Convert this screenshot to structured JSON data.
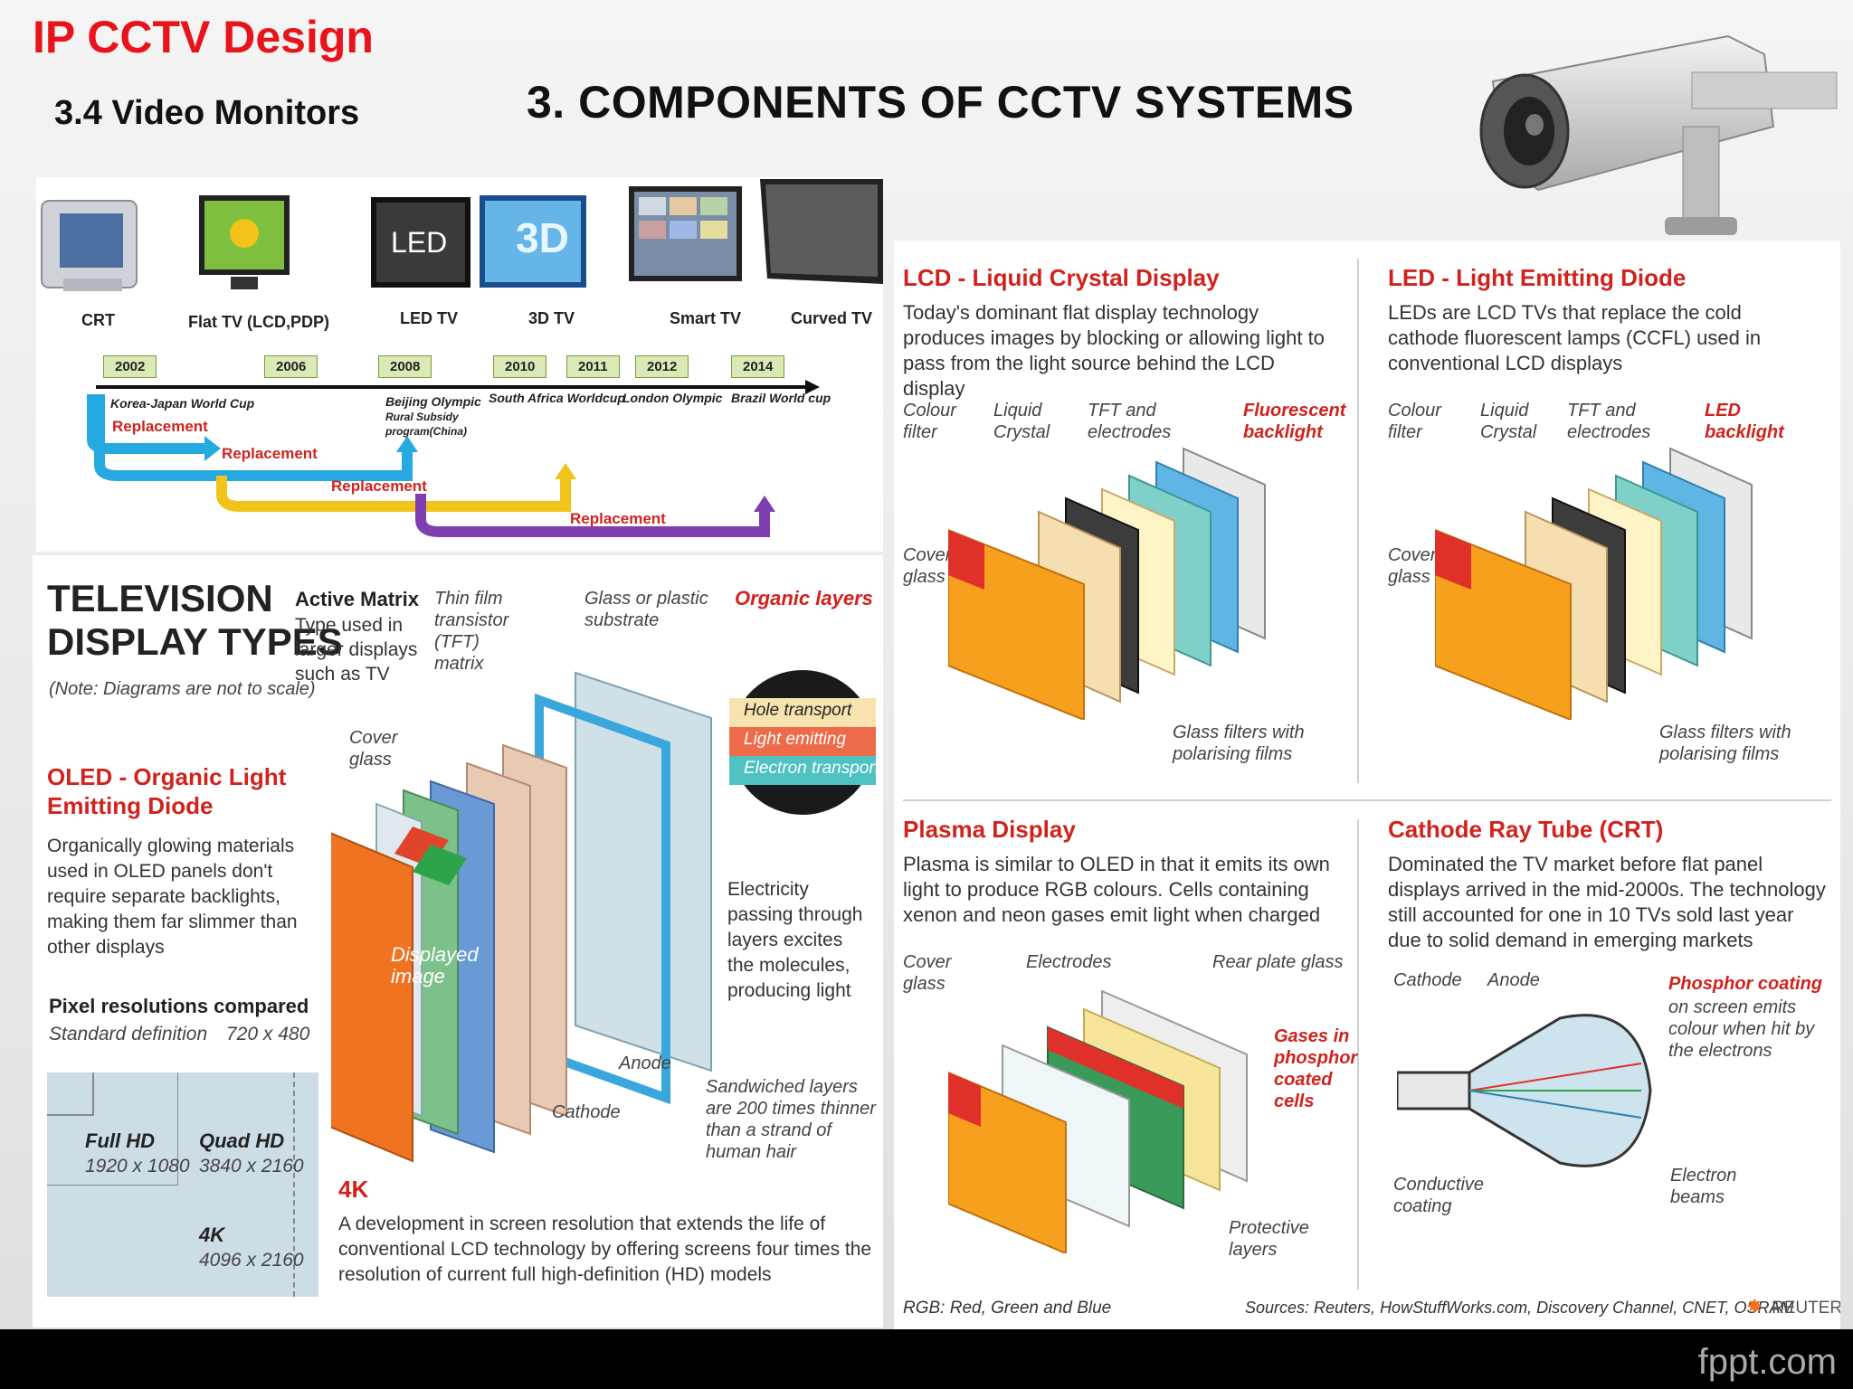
{
  "header": {
    "brand": "IP CCTV Design",
    "subtitle": "3.4 Video Monitors",
    "heading": "3. COMPONENTS OF CCTV SYSTEMS"
  },
  "timeline": {
    "tvs": [
      "CRT",
      "Flat TV (LCD,PDP)",
      "LED TV",
      "3D TV",
      "Smart TV",
      "Curved TV"
    ],
    "screen_labels": {
      "led": "LED",
      "threed": "3D"
    },
    "years": [
      "2002",
      "2006",
      "2008",
      "2010",
      "2011",
      "2012",
      "2014"
    ],
    "events": [
      "Korea-Japan World Cup",
      "Beijing Olympic",
      "Rural Subsidy",
      "program(China)",
      "South Africa Worldcup",
      "London Olympic",
      "Brazil World cup"
    ],
    "replacement": "Replacement"
  },
  "tv_types": {
    "title_line1": "TELEVISION",
    "title_line2": "DISPLAY TYPES",
    "note": "(Note: Diagrams are not to scale)",
    "active_matrix_title": "Active Matrix",
    "active_matrix_text": "Type used in larger displays such as TV",
    "tft": "Thin film transistor (TFT) matrix",
    "glass_substrate": "Glass or plastic substrate",
    "organic_layers": "Organic layers",
    "layer_hole": "Hole transport",
    "layer_light": "Light emitting",
    "layer_electron": "Electron transport",
    "cover_glass": "Cover glass",
    "displayed_image": "Displayed image",
    "oled_title_line1": "OLED - Organic Light",
    "oled_title_line2": "Emitting Diode",
    "oled_text": "Organically glowing materials used in OLED panels don't require separate backlights, making them far slimmer than other displays",
    "electricity": "Electricity passing through layers excites the molecules, producing light",
    "anode": "Anode",
    "cathode": "Cathode",
    "sandwiched": "Sandwiched layers are 200 times thinner than a strand of human hair",
    "pixel_title": "Pixel resolutions compared",
    "sd_label": "Standard definition",
    "sd_res": "720 x 480",
    "fullhd_label": "Full HD",
    "fullhd_res": "1920 x 1080",
    "quadhd_label": "Quad HD",
    "quadhd_res": "3840 x 2160",
    "k4_label": "4K",
    "k4_res": "4096 x 2160",
    "k4_title": "4K",
    "k4_text": "A development in screen resolution that extends the life of conventional LCD technology by offering screens four times the resolution of current full high-definition (HD) models"
  },
  "lcd": {
    "title": "LCD - Liquid Crystal Display",
    "text": "Today's dominant flat display technology produces images by blocking or allowing light to pass from the light source behind the LCD display",
    "colour_filter": "Colour filter",
    "liquid_crystal": "Liquid Crystal",
    "tft": "TFT and electrodes",
    "backlight": "Fluorescent backlight",
    "cover_glass": "Cover glass",
    "glass_filters": "Glass filters with polarising films"
  },
  "led": {
    "title": "LED - Light Emitting Diode",
    "text": "LEDs are LCD TVs that replace the cold cathode fluorescent lamps (CCFL) used in conventional LCD displays",
    "colour_filter": "Colour filter",
    "liquid_crystal": "Liquid Crystal",
    "tft": "TFT and electrodes",
    "backlight": "LED backlight",
    "cover_glass": "Cover glass",
    "glass_filters": "Glass filters with polarising films"
  },
  "plasma": {
    "title": "Plasma Display",
    "text": "Plasma is similar to OLED in that it emits its own light to produce RGB colours. Cells containing xenon and neon gases emit light when charged",
    "cover_glass": "Cover glass",
    "electrodes": "Electrodes",
    "rear_plate": "Rear plate glass",
    "gases": "Gases in phosphor coated cells",
    "protective": "Protective layers"
  },
  "crt": {
    "title": "Cathode Ray Tube (CRT)",
    "text": "Dominated the TV market before flat panel displays arrived in the mid-2000s. The technology still accounted for one in 10 TVs sold last year due to solid demand in emerging markets",
    "cathode": "Cathode",
    "anode": "Anode",
    "phosphor_title": "Phosphor coating",
    "phosphor_text": "on screen emits colour when hit by the electrons",
    "conductive": "Conductive coating",
    "electron_beams": "Electron beams"
  },
  "footer": {
    "rgb": "RGB: Red, Green and Blue",
    "sources": "Sources: Reuters, HowStuffWorks.com, Discovery Channel, CNET, OSRAM",
    "reuters": "REUTERS",
    "brand": "fppt.com"
  }
}
